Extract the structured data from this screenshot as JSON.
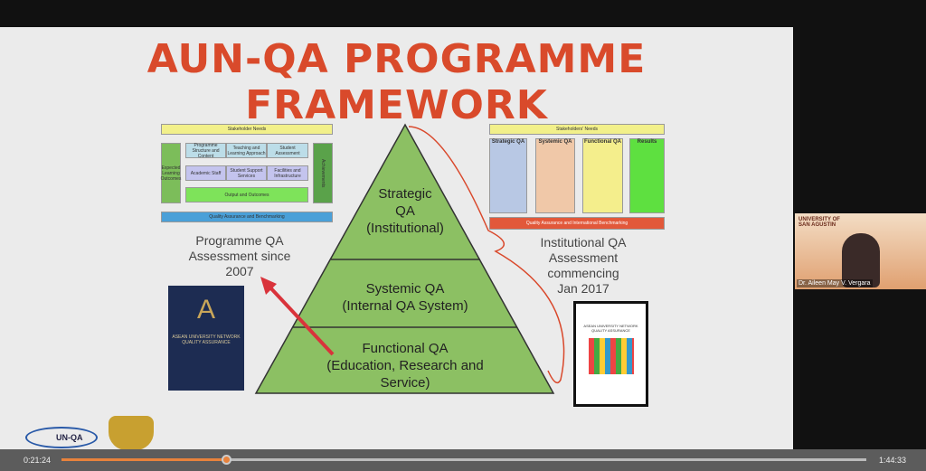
{
  "slide": {
    "title": "AUN-QA PROGRAMME FRAMEWORK",
    "left_caption": [
      "Programme QA",
      "Assessment since",
      "2007"
    ],
    "right_caption": [
      "Institutional QA",
      "Assessment",
      "commencing",
      "Jan 2017"
    ],
    "pyramid": {
      "top": [
        "Strategic",
        "QA",
        "(Institutional)"
      ],
      "middle": [
        "Systemic QA",
        "(Internal QA System)"
      ],
      "bottom": [
        "Functional QA",
        "(Education, Research and",
        "Service)"
      ]
    },
    "programme_diagram": {
      "stakeholder": "Stakeholder Needs",
      "elo": "Expected Learning Outcomes",
      "items": [
        "Programme Structure and Content",
        "Teaching and Learning Approach",
        "Student Assessment",
        "Academic Staff",
        "Student Support Services",
        "Facilities and Infrastructure",
        "Output and Outcomes"
      ],
      "achievements": "Achievements",
      "qa": "Quality Assurance and Benchmarking"
    },
    "institutional_diagram": {
      "stakeholder": "Stakeholders' Needs",
      "columns": [
        "Strategic QA",
        "Systemic QA",
        "Functional QA",
        "Results"
      ],
      "qa": "Quality Assurance and International Benchmarking"
    },
    "book_left": "ASEAN UNIVERSITY NETWORK QUALITY ASSURANCE",
    "book_right": "ASEAN UNIVERSITY NETWORK QUALITY ASSURANCE",
    "logo_text": "UN-QA"
  },
  "video": {
    "presenter": "Dr. Aileen May V. Vergara",
    "institution": "UNIVERSITY OF SAN AGUSTIN"
  },
  "player": {
    "current": "0:21:24",
    "duration": "1:44:33",
    "progress": 0.205,
    "accent": "#e8823c"
  }
}
